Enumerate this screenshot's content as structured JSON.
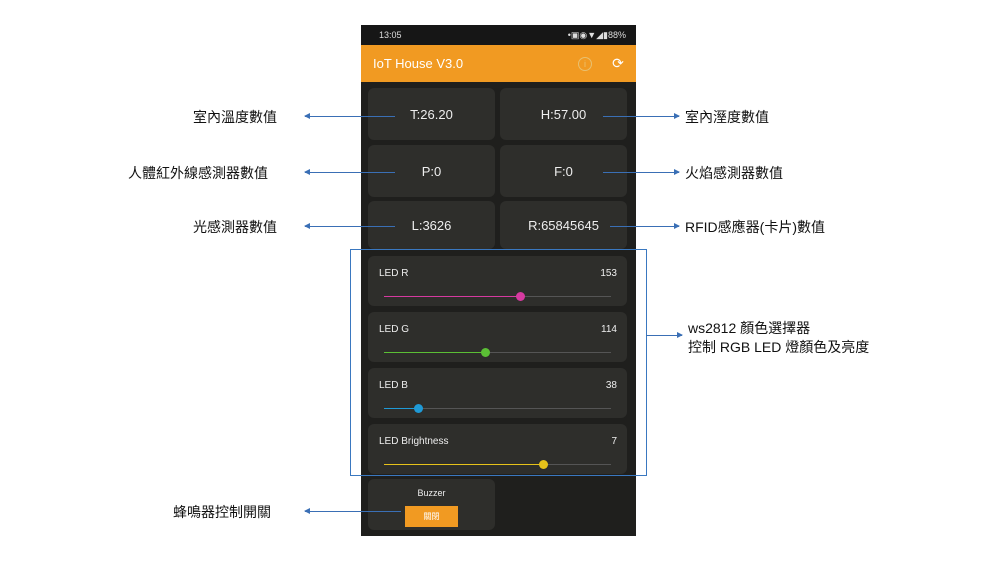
{
  "status": {
    "time": "13:05",
    "icons": "•▣◉▼◢▮",
    "battery": "88%"
  },
  "appbar": {
    "title": "IoT House V3.0",
    "info_icon": "info-icon",
    "refresh_icon": "refresh-icon"
  },
  "sensors": {
    "t": "T:26.20",
    "h": "H:57.00",
    "p": "P:0",
    "f": "F:0",
    "l": "L:3626",
    "r": "R:65845645"
  },
  "sliders": [
    {
      "label": "LED R",
      "value": "153",
      "max": 255,
      "color": "#d63aa0"
    },
    {
      "label": "LED G",
      "value": "114",
      "max": 255,
      "color": "#5bbf35"
    },
    {
      "label": "LED B",
      "value": "38",
      "max": 255,
      "color": "#1f9ad6"
    },
    {
      "label": "LED Brightness",
      "value": "7",
      "max": 10,
      "color": "#e6c21a"
    }
  ],
  "buzzer": {
    "title": "Buzzer",
    "button": "關閉"
  },
  "notes": {
    "t": "室內溫度數值",
    "h": "室內溼度數值",
    "p": "人體紅外線感測器數值",
    "f": "火焰感測器數值",
    "l": "光感測器數值",
    "r": "RFID感應器(卡片)數值",
    "ws1": "ws2812 顏色選擇器",
    "ws2": "控制 RGB LED 燈顏色及亮度",
    "buzzer": "蜂鳴器控制開關"
  }
}
